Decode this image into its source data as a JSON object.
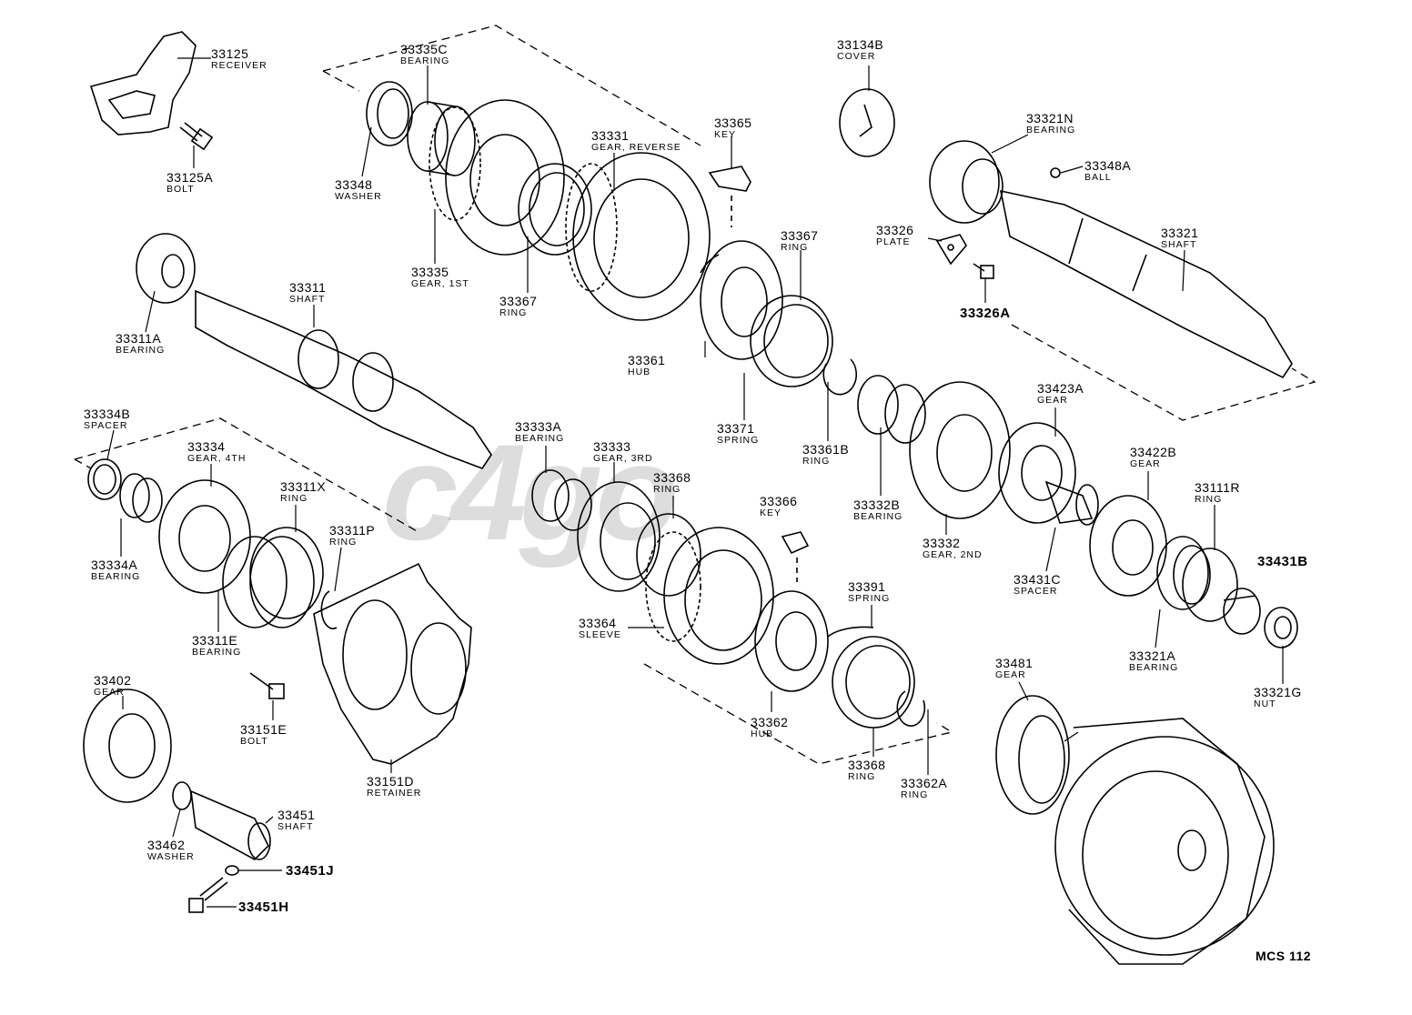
{
  "diagram_id": "MCS 112",
  "watermark": "c4go",
  "labels": [
    {
      "id": "p33125",
      "num": "33125",
      "name": "RECEIVER"
    },
    {
      "id": "p33125A",
      "num": "33125A",
      "name": "BOLT"
    },
    {
      "id": "p33335C",
      "num": "33335C",
      "name": "BEARING"
    },
    {
      "id": "p33348",
      "num": "33348",
      "name": "WASHER"
    },
    {
      "id": "p33335",
      "num": "33335",
      "name": "GEAR, 1ST"
    },
    {
      "id": "p33331",
      "num": "33331",
      "name": "GEAR, REVERSE"
    },
    {
      "id": "p33367a",
      "num": "33367",
      "name": "RING"
    },
    {
      "id": "p33365",
      "num": "33365",
      "name": "KEY"
    },
    {
      "id": "p33367b",
      "num": "33367",
      "name": "RING"
    },
    {
      "id": "p33361",
      "num": "33361",
      "name": "HUB"
    },
    {
      "id": "p33371",
      "num": "33371",
      "name": "SPRING"
    },
    {
      "id": "p33361B",
      "num": "33361B",
      "name": "RING"
    },
    {
      "id": "p33134B",
      "num": "33134B",
      "name": "COVER"
    },
    {
      "id": "p33321N",
      "num": "33321N",
      "name": "BEARING"
    },
    {
      "id": "p33348A",
      "num": "33348A",
      "name": "BALL"
    },
    {
      "id": "p33326",
      "num": "33326",
      "name": "PLATE"
    },
    {
      "id": "p33326A",
      "num": "33326A",
      "name": ""
    },
    {
      "id": "p33321",
      "num": "33321",
      "name": "SHAFT"
    },
    {
      "id": "p33311",
      "num": "33311",
      "name": "SHAFT"
    },
    {
      "id": "p33311A",
      "num": "33311A",
      "name": "BEARING"
    },
    {
      "id": "p33334B",
      "num": "33334B",
      "name": "SPACER"
    },
    {
      "id": "p33334",
      "num": "33334",
      "name": "GEAR, 4TH"
    },
    {
      "id": "p33311X",
      "num": "33311X",
      "name": "RING"
    },
    {
      "id": "p33311P",
      "num": "33311P",
      "name": "RING"
    },
    {
      "id": "p33334A",
      "num": "33334A",
      "name": "BEARING"
    },
    {
      "id": "p33311E",
      "num": "33311E",
      "name": "BEARING"
    },
    {
      "id": "p33333A",
      "num": "33333A",
      "name": "BEARING"
    },
    {
      "id": "p33333",
      "num": "33333",
      "name": "GEAR, 3RD"
    },
    {
      "id": "p33368a",
      "num": "33368",
      "name": "RING"
    },
    {
      "id": "p33366",
      "num": "33366",
      "name": "KEY"
    },
    {
      "id": "p33364",
      "num": "33364",
      "name": "SLEEVE"
    },
    {
      "id": "p33391",
      "num": "33391",
      "name": "SPRING"
    },
    {
      "id": "p33362",
      "num": "33362",
      "name": "HUB"
    },
    {
      "id": "p33368b",
      "num": "33368",
      "name": "RING"
    },
    {
      "id": "p33362A",
      "num": "33362A",
      "name": "RING"
    },
    {
      "id": "p33332B",
      "num": "33332B",
      "name": "BEARING"
    },
    {
      "id": "p33332",
      "num": "33332",
      "name": "GEAR, 2ND"
    },
    {
      "id": "p33423A",
      "num": "33423A",
      "name": "GEAR"
    },
    {
      "id": "p33431C",
      "num": "33431C",
      "name": "SPACER"
    },
    {
      "id": "p33422B",
      "num": "33422B",
      "name": "GEAR"
    },
    {
      "id": "p33111R",
      "num": "33111R",
      "name": "RING"
    },
    {
      "id": "p33431B",
      "num": "33431B",
      "name": ""
    },
    {
      "id": "p33321A",
      "num": "33321A",
      "name": "BEARING"
    },
    {
      "id": "p33321G",
      "num": "33321G",
      "name": "NUT"
    },
    {
      "id": "p33481",
      "num": "33481",
      "name": "GEAR"
    },
    {
      "id": "p33402",
      "num": "33402",
      "name": "GEAR"
    },
    {
      "id": "p33151E",
      "num": "33151E",
      "name": "BOLT"
    },
    {
      "id": "p33151D",
      "num": "33151D",
      "name": "RETAINER"
    },
    {
      "id": "p33451",
      "num": "33451",
      "name": "SHAFT"
    },
    {
      "id": "p33462",
      "num": "33462",
      "name": "WASHER"
    },
    {
      "id": "p33451J",
      "num": "33451J",
      "name": ""
    },
    {
      "id": "p33451H",
      "num": "33451H",
      "name": ""
    }
  ]
}
